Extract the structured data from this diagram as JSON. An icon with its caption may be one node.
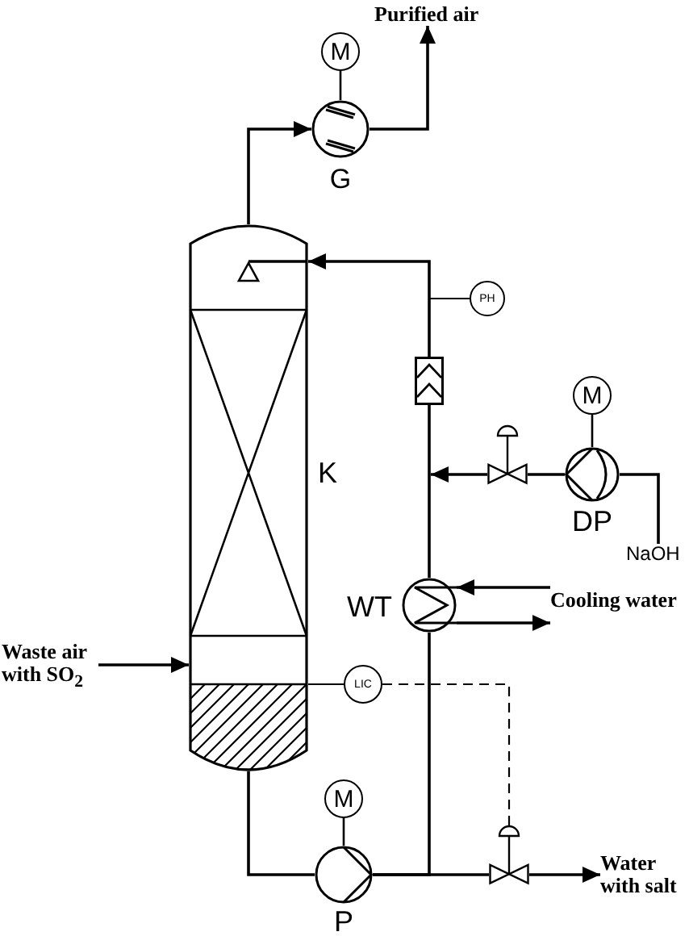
{
  "diagram": {
    "nodes": [
      {
        "text": [
          "Purified air"
        ]
      },
      {
        "text": [
          "M"
        ]
      },
      {
        "text": [],
        "shape": "circle",
        "beside": [
          "G"
        ]
      },
      {
        "text": [],
        "shape": "vessel",
        "beside": [
          "K"
        ]
      },
      {
        "text": [
          "PH"
        ]
      },
      {
        "text": [],
        "shape": "box"
      },
      {
        "text": [
          "M"
        ]
      },
      {
        "text": [],
        "shape": "valve"
      },
      {
        "text": [],
        "shape": "circle",
        "beside": [
          "DP"
        ]
      },
      {
        "text": [
          "NaOH"
        ]
      },
      {
        "text": [],
        "shape": "circle",
        "beside": [
          "WT"
        ]
      },
      {
        "text": [
          "Cooling water"
        ]
      },
      {
        "text": [
          "Waste air with SO$_{2}$"
        ]
      },
      {
        "text": [
          "LIC"
        ]
      },
      {
        "text": [
          "M"
        ]
      },
      {
        "text": [],
        "shape": "circle",
        "beside": [
          "P"
        ]
      },
      {
        "text": [],
        "shape": "valve"
      },
      {
        "text": [
          "Water with salt"
        ]
      }
    ],
    "edges": [
      {
        "from": 3,
        "to": 2,
        "arrow": "to"
      },
      {
        "from": 2,
        "to": 0,
        "arrow": "to"
      },
      {
        "from": 1,
        "to": 2,
        "arrow": "none"
      },
      {
        "from": 5,
        "to": 3,
        "arrow": "to"
      },
      {
        "from": 4,
        "to": null,
        "arrow": "none"
      },
      {
        "from": 10,
        "to": 5,
        "arrow": "none"
      },
      {
        "from": 7,
        "to": null,
        "arrow": "to"
      },
      {
        "from": 8,
        "to": 7,
        "arrow": "none"
      },
      {
        "from": 6,
        "to": 8,
        "arrow": "none"
      },
      {
        "from": 9,
        "to": 8,
        "arrow": "none"
      },
      {
        "from": 11,
        "to": 10,
        "arrow": "to"
      },
      {
        "from": 10,
        "to": 11,
        "arrow": "to"
      },
      {
        "from": 12,
        "to": 3,
        "arrow": "to"
      },
      {
        "from": 3,
        "to": 13,
        "arrow": "none"
      },
      {
        "from": 13,
        "to": 16,
        "arrow": "none",
        "style": "dashed"
      },
      {
        "from": 3,
        "to": 15,
        "arrow": "none"
      },
      {
        "from": 14,
        "to": 15,
        "arrow": "none"
      },
      {
        "from": 15,
        "to": 10,
        "arrow": "none"
      },
      {
        "from": 15,
        "to": 16,
        "arrow": "none"
      },
      {
        "from": 16,
        "to": 17,
        "arrow": "to"
      }
    ]
  }
}
